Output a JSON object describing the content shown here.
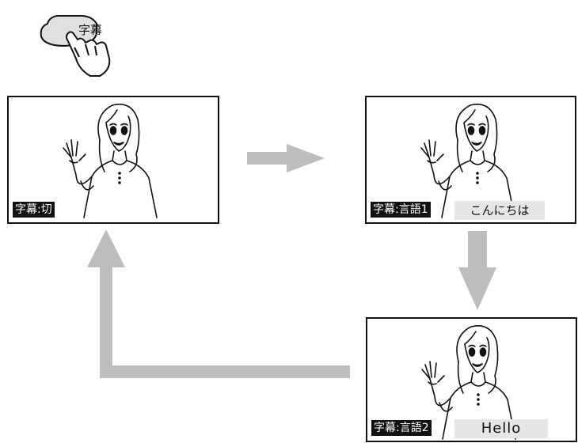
{
  "button": {
    "label": "字幕",
    "icon": "hand-pressing-button-icon"
  },
  "screens": [
    {
      "label": "字幕:切",
      "subtitle": ""
    },
    {
      "label": "字幕:言語1",
      "subtitle": "こんにちは"
    },
    {
      "label": "字幕:言語2",
      "subtitle": "Hello"
    }
  ],
  "colors": {
    "arrow": "#bdbdbd",
    "label_bg": "#111111",
    "subtitle_bg": "#e6e6e6"
  }
}
